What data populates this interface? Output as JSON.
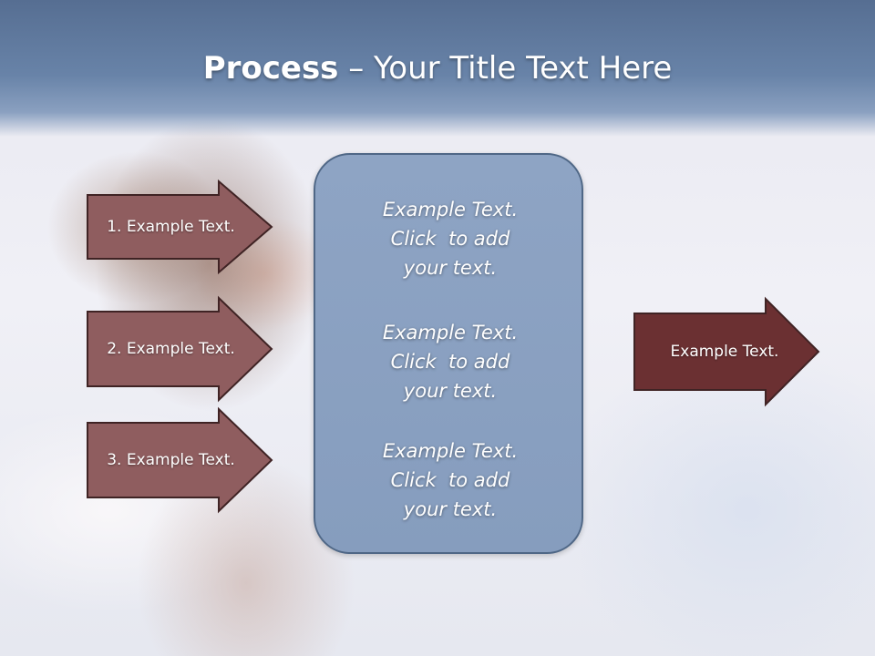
{
  "slide": {
    "title_bold": "Process",
    "title_rest": " – Your Title Text Here"
  },
  "left_steps": [
    {
      "label": "1. Example Text."
    },
    {
      "label": "2. Example Text."
    },
    {
      "label": "3. Example Text."
    }
  ],
  "center_box": {
    "blocks": [
      {
        "lines": [
          "Example Text.",
          "Click  to add",
          "your text."
        ]
      },
      {
        "lines": [
          "Example Text.",
          "Click  to add",
          "your text."
        ]
      },
      {
        "lines": [
          "Example Text.",
          "Click  to add",
          "your text."
        ]
      }
    ]
  },
  "result_arrow": {
    "label": "Example Text."
  },
  "colors": {
    "step_arrow_fill": "#8f5d5f",
    "step_arrow_stroke": "#3f2324",
    "result_arrow_fill": "#6b3032",
    "center_box_fill": "#8ea4c4",
    "header": "#6883a8"
  }
}
